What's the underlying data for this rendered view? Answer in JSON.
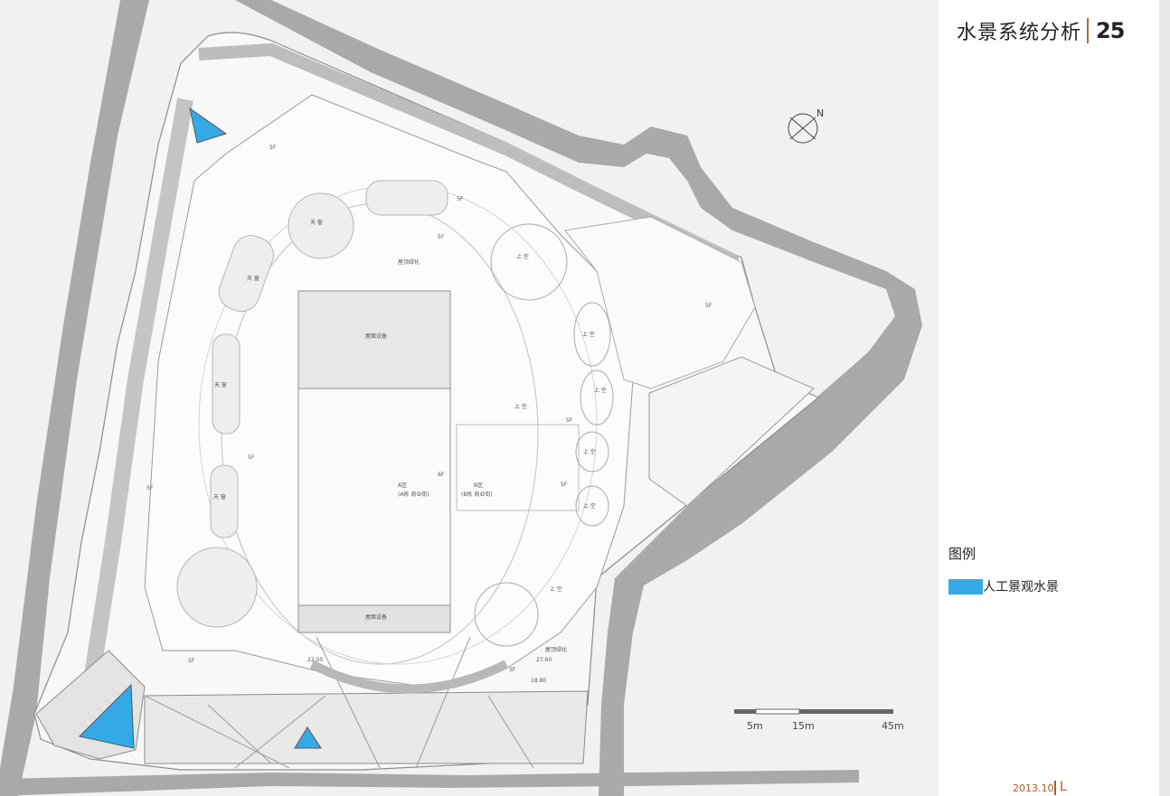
{
  "header": {
    "title": "水景系统分析",
    "page_number": "25"
  },
  "legend": {
    "title": "图例",
    "items": [
      {
        "label": "人工景观水景",
        "color": "#33aae6"
      }
    ]
  },
  "scale_bar": {
    "labels": [
      "5m",
      "15m",
      "45m"
    ]
  },
  "north_arrow": {
    "label": "N"
  },
  "footer": {
    "date": "2013.10",
    "logo_fragment": "L"
  },
  "plan_labels": {
    "skylight": "天 窗",
    "void": "上 空",
    "roof_green": "屋顶绿化",
    "roof_equipment": "屋面设备",
    "floor_5f": "5F",
    "floor_6f": "6F",
    "zone_a": "A区",
    "zone_a_sub": "(A栋 商业街)",
    "zone_b": "B区",
    "zone_b_sub": "(B栋 商业街)",
    "elev_1": "27.60",
    "elev_2": "18.80",
    "elev_3": "22.00",
    "floor_3f": "3F"
  },
  "colors": {
    "water": "#33aae6",
    "road": "#a9a9a9",
    "ground": "#f1f1f1",
    "plan_fill": "#fafafa"
  }
}
